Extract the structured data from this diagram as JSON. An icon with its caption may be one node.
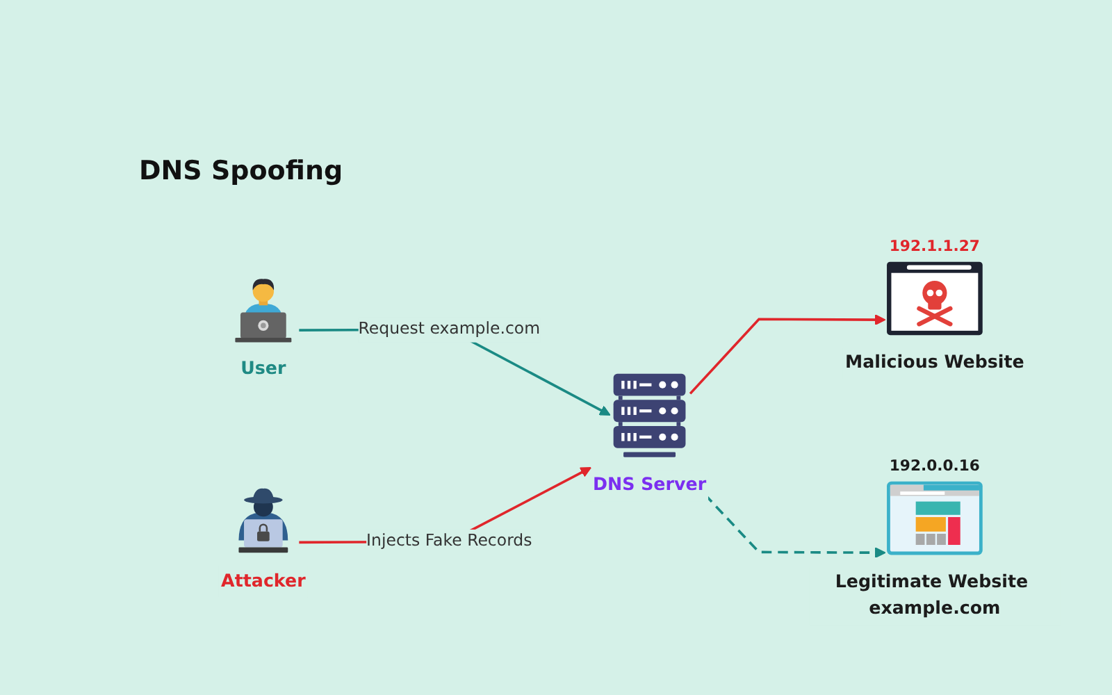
{
  "diagram": {
    "title": "DNS Spoofing",
    "nodes": [
      {
        "text": [
          "User"
        ]
      },
      {
        "text": [
          "Attacker"
        ]
      },
      {
        "text": [
          "DNS Server"
        ]
      },
      {
        "text": [
          "Malicious Website"
        ],
        "beside": [
          "192.1.1.27"
        ]
      },
      {
        "text": [
          "Legitimate Website example.com"
        ],
        "beside": [
          "192.0.0.16"
        ]
      }
    ],
    "edges": [
      {
        "from": 0,
        "to": 2,
        "arrow": "to",
        "label": "Request example.com",
        "color": "#1a8a84"
      },
      {
        "from": 1,
        "to": 2,
        "arrow": "to",
        "label": "Injects Fake Records",
        "color": "#e0262b"
      },
      {
        "from": 2,
        "to": 3,
        "arrow": "to",
        "color": "#e0262b"
      },
      {
        "from": 2,
        "to": 4,
        "arrow": "to",
        "style": "dashed",
        "color": "#1a8a84"
      }
    ]
  }
}
